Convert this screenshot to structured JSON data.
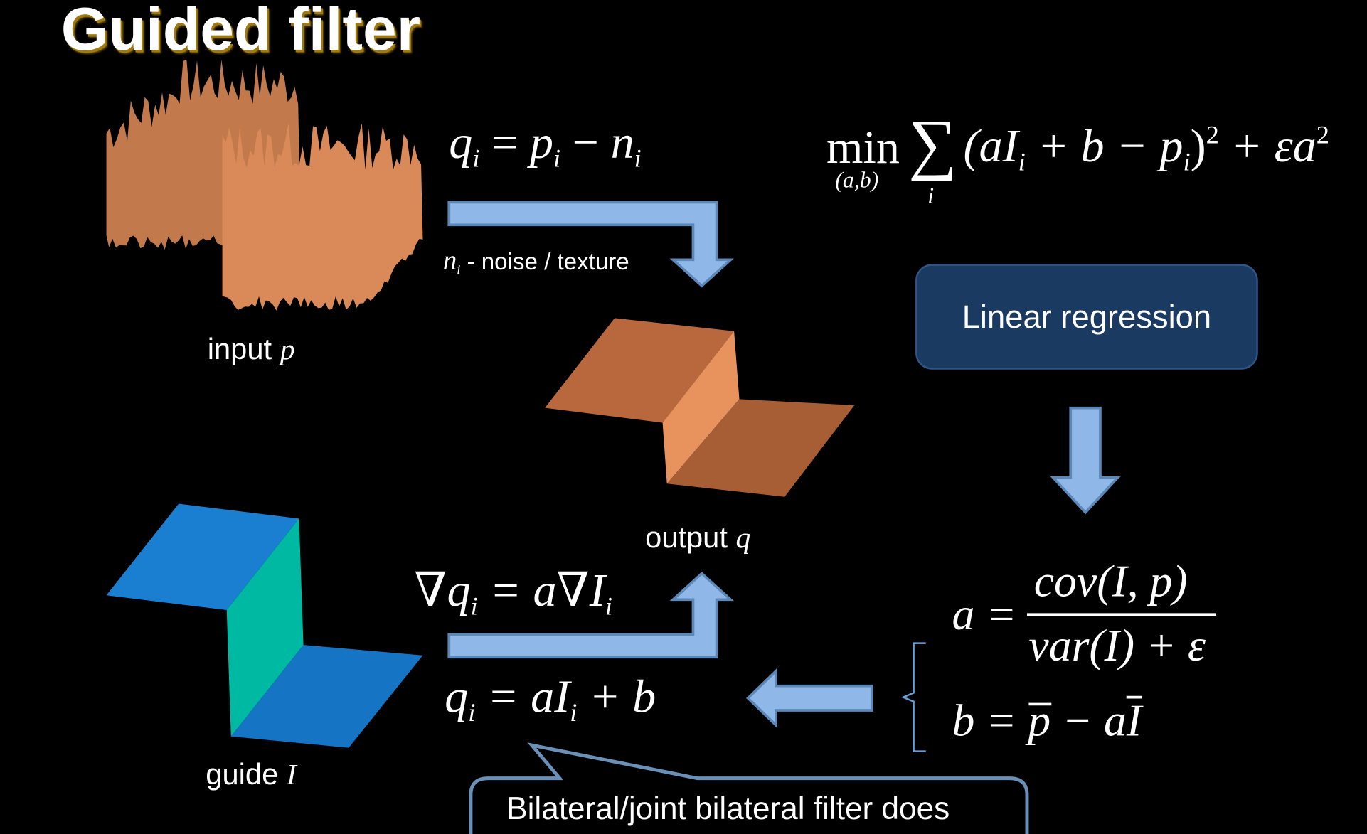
{
  "title": "Guided filter",
  "labels": {
    "input": "input",
    "input_var": "p",
    "output": "output",
    "output_var": "q",
    "guide": "guide",
    "guide_var": "I",
    "noise_var": "n",
    "noise_sub": "i",
    "noise_text": " - noise / texture"
  },
  "equations": {
    "model": {
      "q": "q",
      "i": "i",
      "eq": " = ",
      "p": "p",
      "minus": " − ",
      "n": "n"
    },
    "gradient": {
      "text": "∇q",
      "i": "i",
      "eq": " = a∇I"
    },
    "linear": {
      "q": "q",
      "i": "i",
      "eq": " = aI",
      "plus": " + b"
    },
    "objective": {
      "min": "min",
      "under": "(a,b)",
      "sum": "∑",
      "sum_i": "i",
      "body": "(aI",
      "i": "i",
      "mid": " + b − p",
      "close": ")",
      "sq": "2",
      "tail": " + εa",
      "sq2": "2"
    },
    "a_lhs": "a =",
    "a_num": "cov(I, p)",
    "a_den": "var(I) + ε",
    "b_eq": {
      "b": "b = ",
      "pbar": "p",
      "minus": " − a",
      "Ibar": "I"
    }
  },
  "box": {
    "label": "Linear regression"
  },
  "callout": {
    "text": "Bilateral/joint bilateral filter does"
  },
  "colors": {
    "arrow_fill": "#8fb8e8",
    "arrow_stroke": "#5c88b8",
    "box": "#1b3a62",
    "orange": "#c97b4a",
    "blue": "#1a7fd0",
    "teal": "#00b9a2"
  }
}
